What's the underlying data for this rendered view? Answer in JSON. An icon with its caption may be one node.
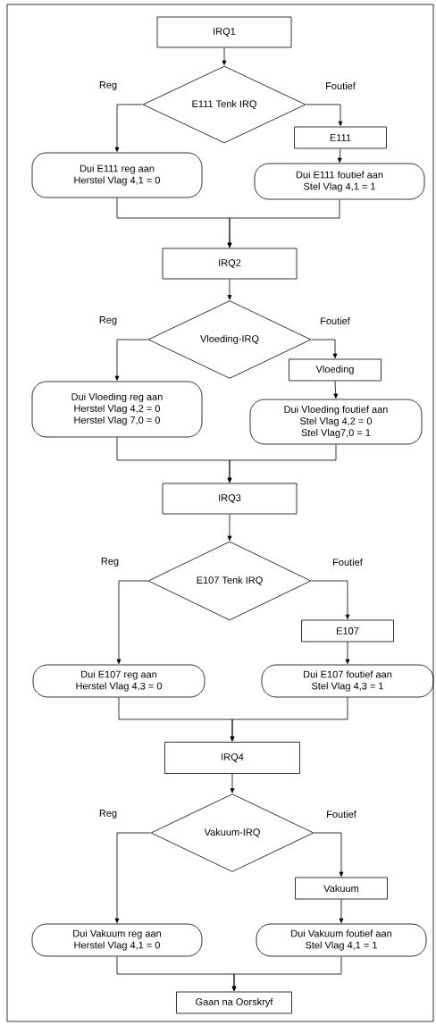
{
  "diagram": {
    "nodes": [
      {
        "text": [
          "IRQ1"
        ]
      },
      {
        "text": [
          "E111 Tenk IRQ"
        ]
      },
      {
        "text": [
          "E111"
        ]
      },
      {
        "text": [
          "Dui E111 reg aan",
          "Herstel Vlag 4,1 = 0"
        ]
      },
      {
        "text": [
          "Dui E111 foutief aan",
          "Stel Vlag 4,1 = 1"
        ]
      },
      {
        "text": [
          "IRQ2"
        ]
      },
      {
        "text": [
          "Vloeding-IRQ"
        ]
      },
      {
        "text": [
          "Vloeding"
        ]
      },
      {
        "text": [
          "Dui Vloeding reg aan",
          "Herstel Vlag 4,2 = 0",
          "Herstel Vlag 7,0 = 0"
        ]
      },
      {
        "text": [
          "Dui Vloeding foutief aan",
          "Stel Vlag 4,2 = 0",
          "Stel Vlag7,0 = 1"
        ]
      },
      {
        "text": [
          "IRQ3"
        ]
      },
      {
        "text": [
          "E107 Tenk IRQ"
        ]
      },
      {
        "text": [
          "E107"
        ]
      },
      {
        "text": [
          "Dui E107 reg aan",
          "Herstel Vlag 4,3 = 0"
        ]
      },
      {
        "text": [
          "Dui E107 foutief aan",
          "Stel Vlag 4,3 = 1"
        ]
      },
      {
        "text": [
          "IRQ4"
        ]
      },
      {
        "text": [
          "Vakuum-IRQ"
        ]
      },
      {
        "text": [
          "Vakuum"
        ]
      },
      {
        "text": [
          "Dui Vakuum reg aan",
          "Herstel Vlag 4,1 = 0"
        ]
      },
      {
        "text": [
          "Dui Vakuum foutief aan",
          "Stel Vlag 4,1 = 1"
        ]
      },
      {
        "text": [
          "Gaan na Oorskryf"
        ]
      }
    ],
    "edges": [
      {
        "from": 0,
        "to": 1,
        "arrow": "to"
      },
      {
        "from": 1,
        "to": 3,
        "arrow": "to",
        "label": "Reg"
      },
      {
        "from": 1,
        "to": 2,
        "arrow": "to",
        "label": "Foutief"
      },
      {
        "from": 2,
        "to": 4,
        "arrow": "to"
      },
      {
        "from": 3,
        "to": 5,
        "arrow": "to"
      },
      {
        "from": 4,
        "to": 5,
        "arrow": "to"
      },
      {
        "from": 5,
        "to": 6,
        "arrow": "to"
      },
      {
        "from": 6,
        "to": 8,
        "arrow": "to",
        "label": "Reg"
      },
      {
        "from": 6,
        "to": 7,
        "arrow": "to",
        "label": "Foutief"
      },
      {
        "from": 7,
        "to": 9,
        "arrow": "to"
      },
      {
        "from": 8,
        "to": 10,
        "arrow": "to"
      },
      {
        "from": 9,
        "to": 10,
        "arrow": "to"
      },
      {
        "from": 10,
        "to": 11,
        "arrow": "to"
      },
      {
        "from": 11,
        "to": 13,
        "arrow": "to",
        "label": "Reg"
      },
      {
        "from": 11,
        "to": 12,
        "arrow": "to",
        "label": "Foutief"
      },
      {
        "from": 12,
        "to": 14,
        "arrow": "to"
      },
      {
        "from": 13,
        "to": 15,
        "arrow": "to"
      },
      {
        "from": 14,
        "to": 15,
        "arrow": "to"
      },
      {
        "from": 15,
        "to": 16,
        "arrow": "to"
      },
      {
        "from": 16,
        "to": 18,
        "arrow": "to",
        "label": "Reg"
      },
      {
        "from": 16,
        "to": 17,
        "arrow": "to",
        "label": "Foutief"
      },
      {
        "from": 17,
        "to": 19,
        "arrow": "to"
      },
      {
        "from": 18,
        "to": 20,
        "arrow": "to"
      },
      {
        "from": 19,
        "to": 20,
        "arrow": "to"
      }
    ]
  }
}
